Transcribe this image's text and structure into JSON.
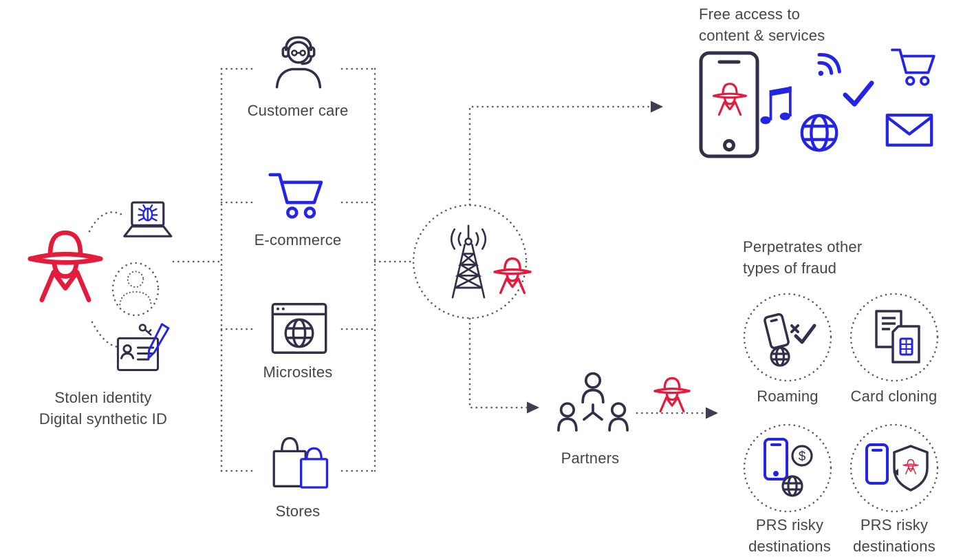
{
  "colors": {
    "fraudster_red": "#e31c3d",
    "accent_blue": "#2424e6",
    "icon_navy": "#30304a",
    "text": "#44444e",
    "dotted_line": "#5a5a66"
  },
  "source": {
    "caption_line1": "Stolen identity",
    "caption_line2": "Digital synthetic ID",
    "icons": [
      "fraudster-spy-icon",
      "laptop-malware-icon",
      "anonymous-person-icon",
      "stolen-id-card-icon"
    ]
  },
  "channels": {
    "items": [
      {
        "label": "Customer care",
        "icon": "customer-care-agent-icon"
      },
      {
        "label": "E-commerce",
        "icon": "shopping-cart-icon"
      },
      {
        "label": "Microsites",
        "icon": "browser-globe-icon"
      },
      {
        "label": "Stores",
        "icon": "shopping-bags-icon"
      }
    ]
  },
  "network": {
    "icons": [
      "cell-tower-icon",
      "fraudster-spy-icon"
    ]
  },
  "free_access": {
    "title_line1": "Free access to",
    "title_line2": "content & services",
    "icons": [
      "smartphone-icon",
      "fraudster-spy-icon",
      "music-note-icon",
      "wifi-icon",
      "globe-icon",
      "checkmark-icon",
      "shopping-cart-icon",
      "envelope-icon"
    ]
  },
  "partners": {
    "label": "Partners",
    "icons": [
      "partner-network-icon",
      "fraudster-spy-icon"
    ]
  },
  "other_fraud": {
    "title_line1": "Perpetrates other",
    "title_line2": "types of fraud",
    "items": [
      {
        "label": "Roaming",
        "icon": "roaming-icon"
      },
      {
        "label": "Card cloning",
        "icon": "card-cloning-icon"
      },
      {
        "label_line1": "PRS risky",
        "label_line2": "destinations",
        "icon": "prs-phone-money-icon"
      },
      {
        "label_line1": "PRS risky",
        "label_line2": "destinations",
        "icon": "prs-phone-shield-icon"
      }
    ]
  }
}
